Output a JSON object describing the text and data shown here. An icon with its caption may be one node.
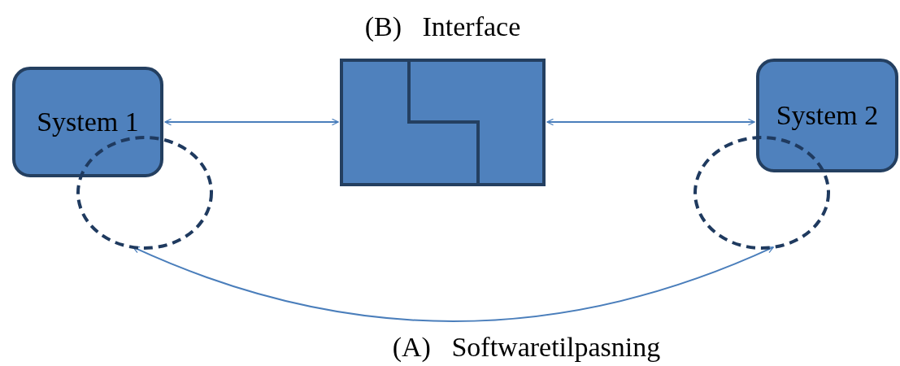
{
  "diagram": {
    "nodes": [
      {
        "text": [
          "System 1"
        ]
      },
      {
        "text": [
          "(B) Interface"
        ]
      },
      {
        "text": [
          "System 2"
        ]
      },
      {
        "text": [],
        "shape": "circle"
      },
      {
        "text": [],
        "shape": "circle"
      }
    ],
    "edges": [
      {
        "from": 0,
        "to": 1,
        "arrow": "both"
      },
      {
        "from": 1,
        "to": 2,
        "arrow": "both"
      },
      {
        "from": 3,
        "to": 4,
        "arrow": "both",
        "label": "(A) Softwaretilpasning"
      }
    ]
  }
}
